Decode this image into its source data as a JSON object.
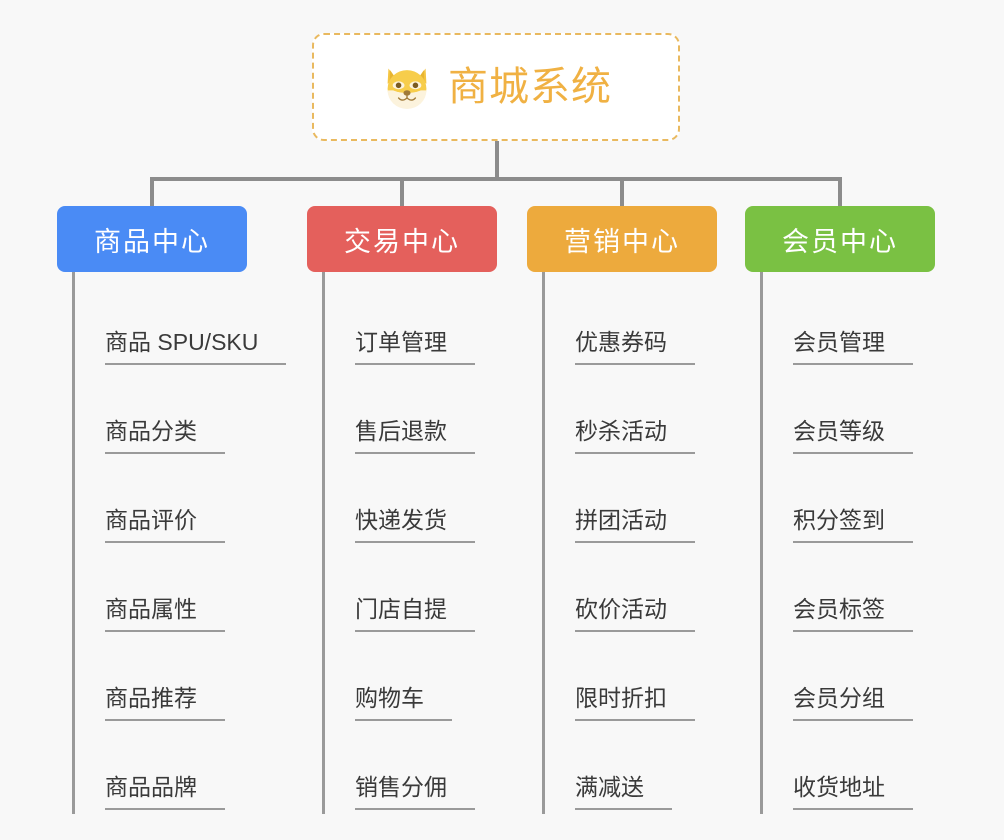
{
  "diagram": {
    "title": "商城系统",
    "type": "org-chart",
    "background_color": "#f8f8f8",
    "connector_color": "#8c8c8c",
    "leaf_line_color": "#9a9a9a"
  },
  "root": {
    "label": "商城系统",
    "icon": "shiba-dog-face-icon",
    "text_color": "#f0b143",
    "border_color": "#e9b95f",
    "background_color": "#ffffff"
  },
  "categories": [
    {
      "label": "商品中心",
      "color": "#4a8bf5",
      "items": [
        {
          "label": "商品 SPU/SKU"
        },
        {
          "label": "商品分类"
        },
        {
          "label": "商品评价"
        },
        {
          "label": "商品属性"
        },
        {
          "label": "商品推荐"
        },
        {
          "label": "商品品牌"
        }
      ]
    },
    {
      "label": "交易中心",
      "color": "#e4605c",
      "items": [
        {
          "label": "订单管理"
        },
        {
          "label": "售后退款"
        },
        {
          "label": "快递发货"
        },
        {
          "label": "门店自提"
        },
        {
          "label": "购物车"
        },
        {
          "label": "销售分佣"
        }
      ]
    },
    {
      "label": "营销中心",
      "color": "#edaa3d",
      "items": [
        {
          "label": "优惠券码"
        },
        {
          "label": "秒杀活动"
        },
        {
          "label": "拼团活动"
        },
        {
          "label": "砍价活动"
        },
        {
          "label": "限时折扣"
        },
        {
          "label": "满减送"
        }
      ]
    },
    {
      "label": "会员中心",
      "color": "#7ac143",
      "items": [
        {
          "label": "会员管理"
        },
        {
          "label": "会员等级"
        },
        {
          "label": "积分签到"
        },
        {
          "label": "会员标签"
        },
        {
          "label": "会员分组"
        },
        {
          "label": "收货地址"
        }
      ]
    }
  ]
}
